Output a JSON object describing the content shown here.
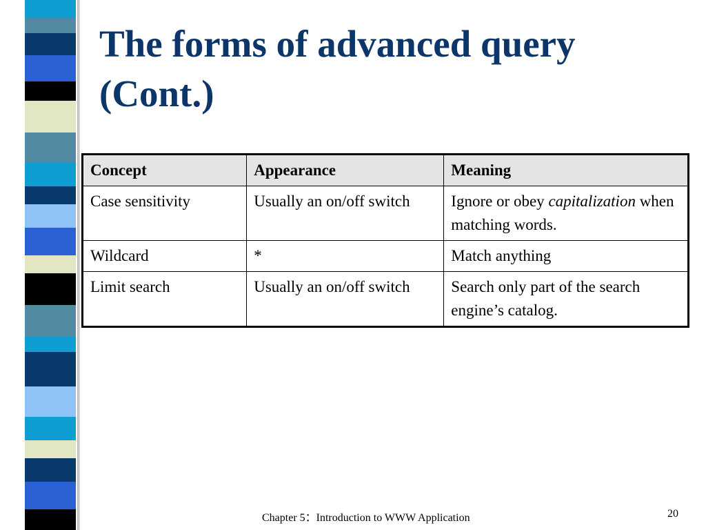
{
  "slide": {
    "title": "The forms of advanced query (Cont.)"
  },
  "table": {
    "headers": [
      "Concept",
      "Appearance",
      "Meaning"
    ],
    "rows": [
      {
        "concept": "Case sensitivity",
        "appearance": "Usually an on/off switch",
        "meaning_pre": "Ignore or obey ",
        "meaning_em": "capitalization",
        "meaning_post": " when matching words."
      },
      {
        "concept": "Wildcard",
        "appearance": "*",
        "meaning": "Match anything"
      },
      {
        "concept": "Limit search",
        "appearance": "Usually an on/off switch",
        "meaning": "Search only part of the search engine’s catalog."
      }
    ]
  },
  "footer": {
    "chapter": "Chapter 5：Introduction to WWW Application",
    "page": "20"
  },
  "colors": {
    "title": "#0c3669",
    "header_bg": "#e4e4e4",
    "stripe_palette": [
      "#0e9ed1",
      "#5289a3",
      "#0a3a6b",
      "#2a62d4",
      "#000000",
      "#e3e6c3",
      "#8fc3f8"
    ]
  }
}
